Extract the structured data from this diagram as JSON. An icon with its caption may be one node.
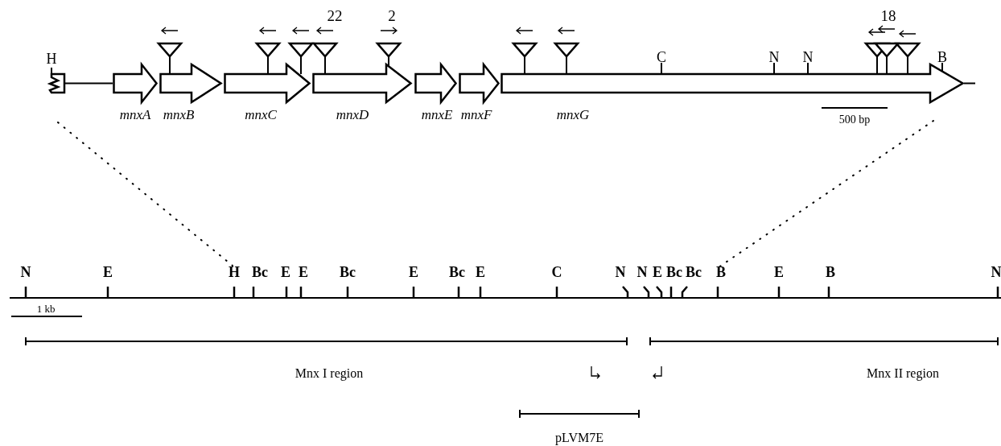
{
  "diagram": {
    "nodes": [
      {
        "text": [],
        "shape": "box"
      },
      {
        "text": [
          "mnxA"
        ]
      },
      {
        "text": [
          "mnxB"
        ]
      },
      {
        "text": [
          "mnxC"
        ]
      },
      {
        "text": [
          "mnxD"
        ]
      },
      {
        "text": [
          "mnxE"
        ]
      },
      {
        "text": [
          "mnxF"
        ]
      },
      {
        "text": [
          "mnxG"
        ]
      }
    ],
    "edges": [
      {
        "from": 0,
        "to": 1,
        "arrow": "none"
      }
    ],
    "labels": [
      "22",
      "2",
      "18",
      "H",
      "C",
      "N",
      "N",
      "B",
      "500 bp",
      "N",
      "E",
      "H",
      "Bc",
      "E",
      "E",
      "Bc",
      "E",
      "Bc",
      "E",
      "C",
      "N",
      "N",
      "E",
      "Bc",
      "Bc",
      "B",
      "E",
      "B",
      "N",
      "1 kb",
      "Mnx I region",
      "Mnx II region",
      "pLVM7E"
    ]
  }
}
